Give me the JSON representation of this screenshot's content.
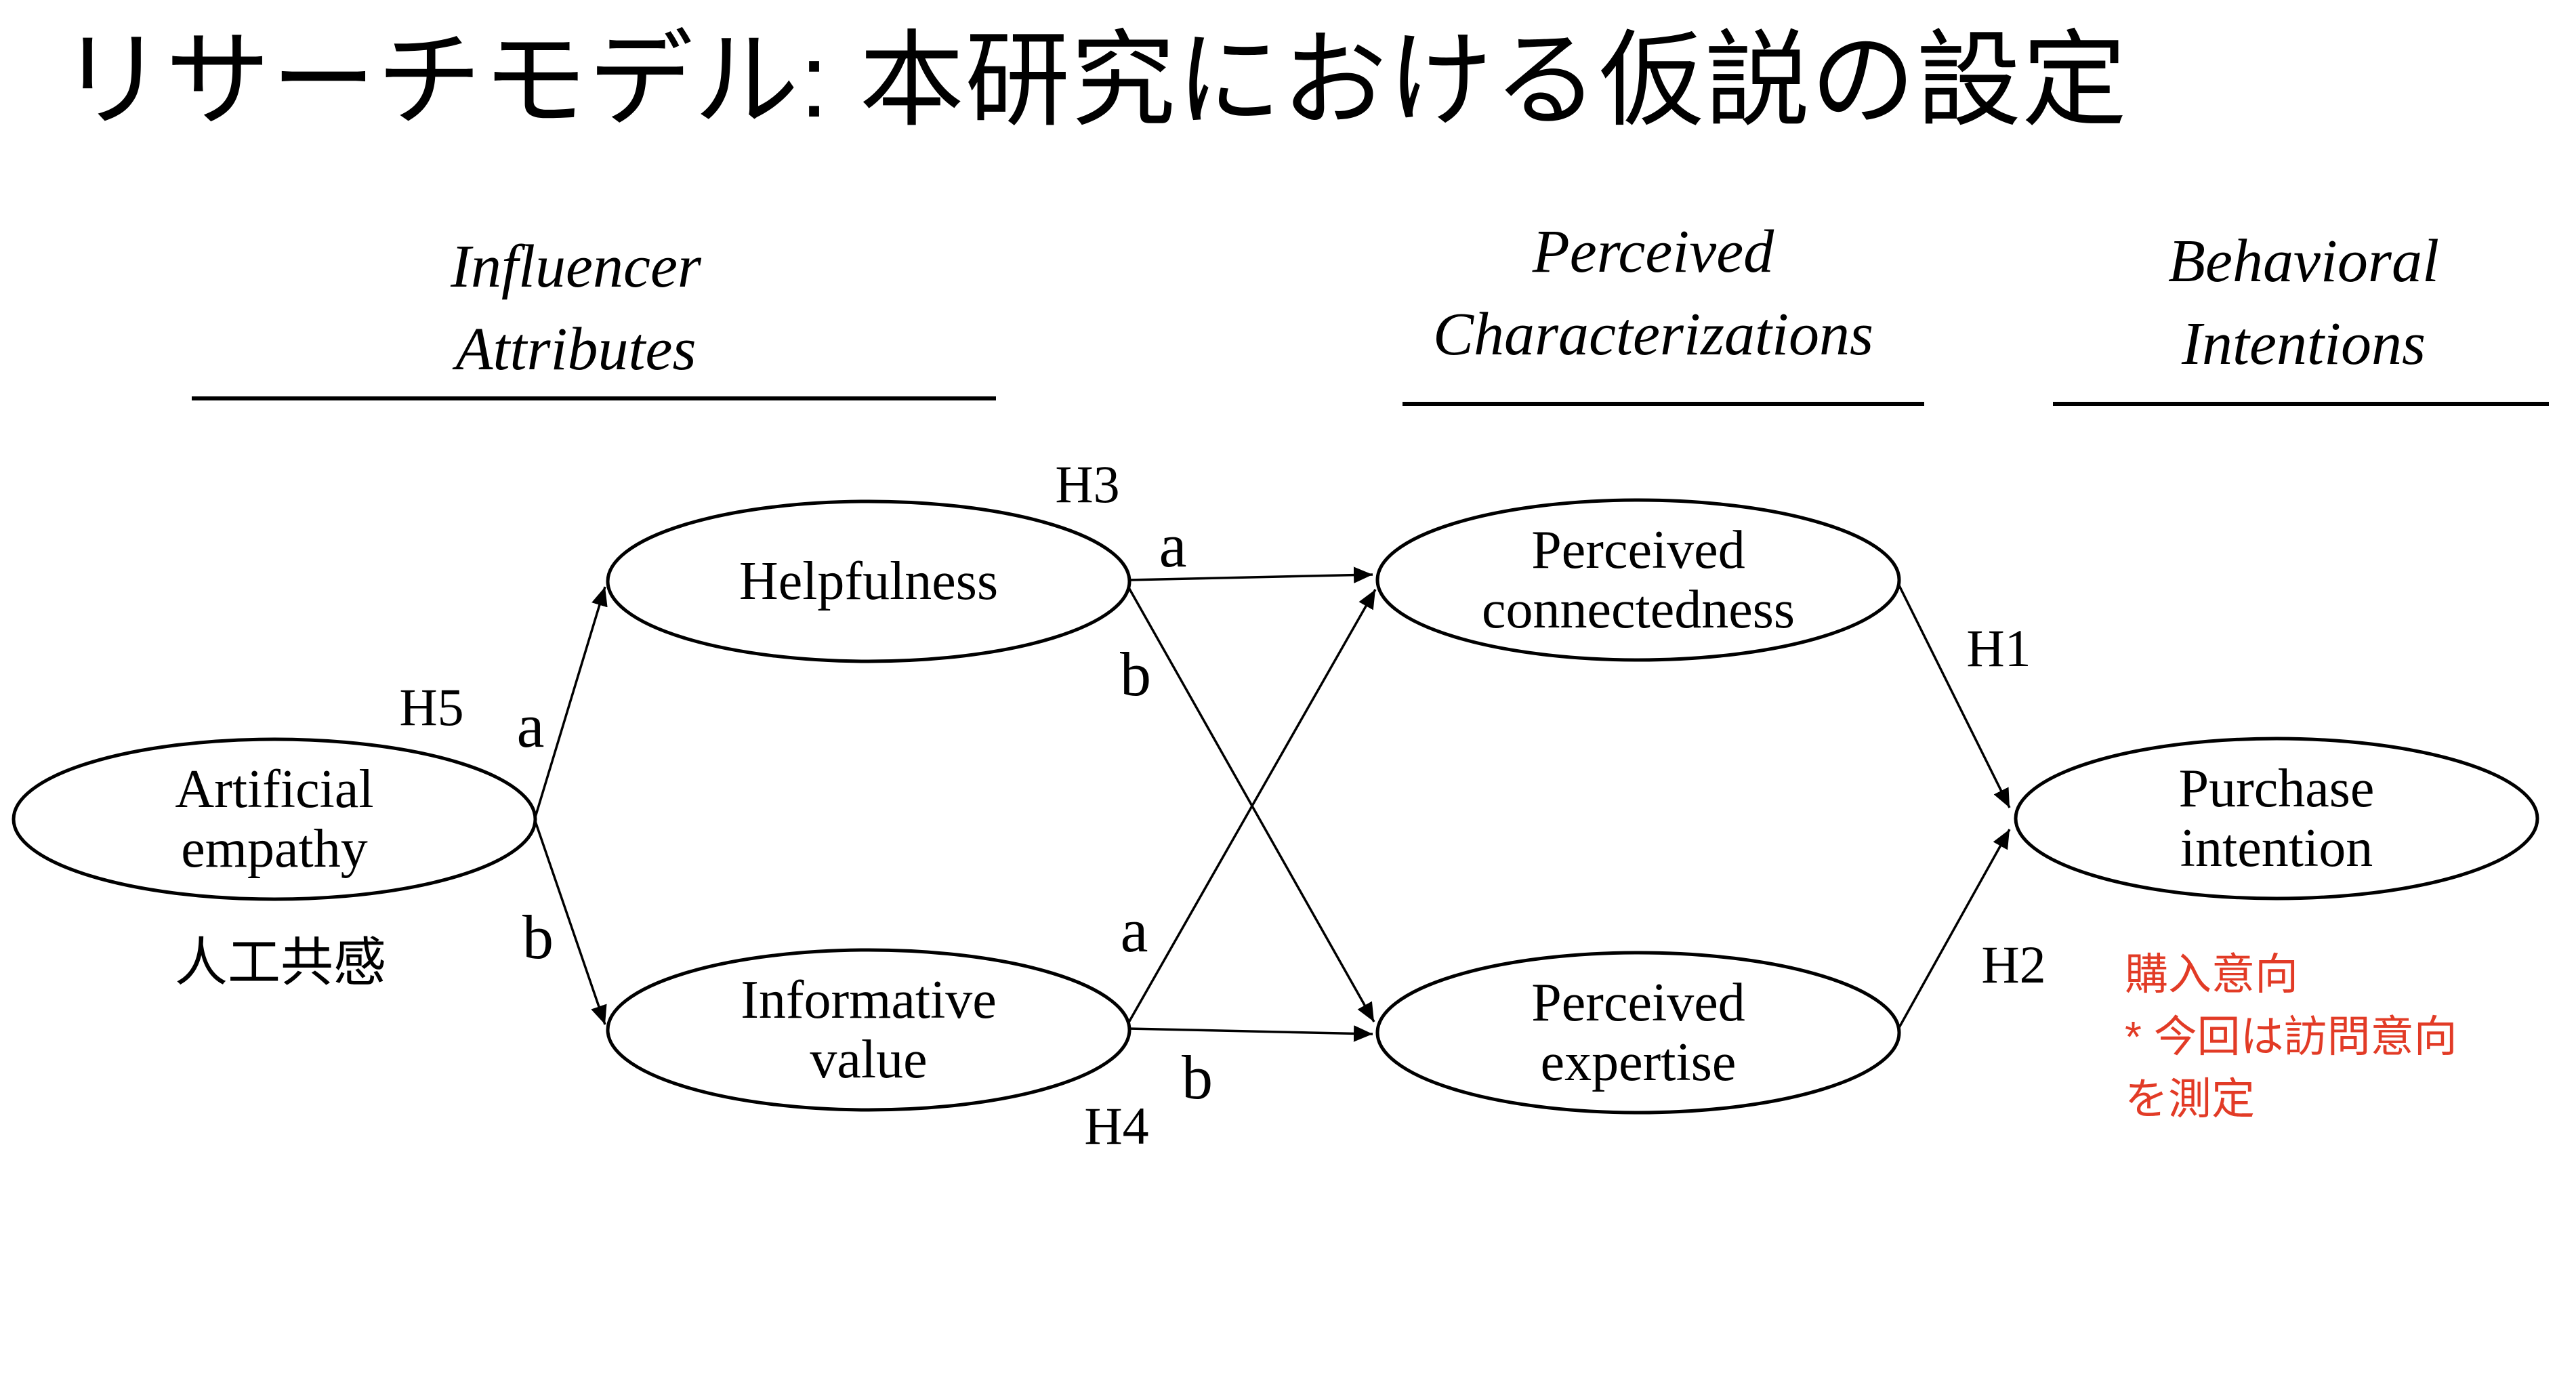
{
  "slide": {
    "title": "リサーチモデル: 本研究における仮説の設定"
  },
  "column_headers": {
    "influencer": {
      "line1": "Influencer",
      "line2": "Attributes"
    },
    "perceived": {
      "line1": "Perceived",
      "line2": "Characterizations"
    },
    "behavioral": {
      "line1": "Behavioral",
      "line2": "Intentions"
    }
  },
  "nodes": {
    "artificial_empathy": {
      "line1": "Artificial",
      "line2": "empathy",
      "annotation_jp": "人工共感"
    },
    "helpfulness": {
      "line1": "Helpfulness",
      "line2": ""
    },
    "informative_value": {
      "line1": "Informative",
      "line2": "value"
    },
    "perceived_connectedness": {
      "line1": "Perceived",
      "line2": "connectedness"
    },
    "perceived_expertise": {
      "line1": "Perceived",
      "line2": "expertise"
    },
    "purchase_intention": {
      "line1": "Purchase",
      "line2": "intention"
    }
  },
  "hypotheses": {
    "h1": "H1",
    "h2": "H2",
    "h3": "H3",
    "h4": "H4",
    "h5": "H5"
  },
  "path_labels": {
    "a": "a",
    "b": "b"
  },
  "red_note": {
    "line1": "購入意向",
    "line2": "* 今回は訪問意向",
    "line3": "を測定"
  },
  "edges": [
    {
      "from": "artificial_empathy",
      "to": "helpfulness",
      "label": "a",
      "hypothesis": "H5"
    },
    {
      "from": "artificial_empathy",
      "to": "informative_value",
      "label": "b",
      "hypothesis": "H5"
    },
    {
      "from": "helpfulness",
      "to": "perceived_connectedness",
      "label": "a",
      "hypothesis": "H3"
    },
    {
      "from": "helpfulness",
      "to": "perceived_expertise",
      "label": "b",
      "hypothesis": "H3"
    },
    {
      "from": "informative_value",
      "to": "perceived_connectedness",
      "label": "a",
      "hypothesis": "H4"
    },
    {
      "from": "informative_value",
      "to": "perceived_expertise",
      "label": "b",
      "hypothesis": "H4"
    },
    {
      "from": "perceived_connectedness",
      "to": "purchase_intention",
      "label": "",
      "hypothesis": "H1"
    },
    {
      "from": "perceived_expertise",
      "to": "purchase_intention",
      "label": "",
      "hypothesis": "H2"
    }
  ],
  "colors": {
    "ink": "#000000",
    "note_red": "#e23b26",
    "background": "#ffffff"
  }
}
